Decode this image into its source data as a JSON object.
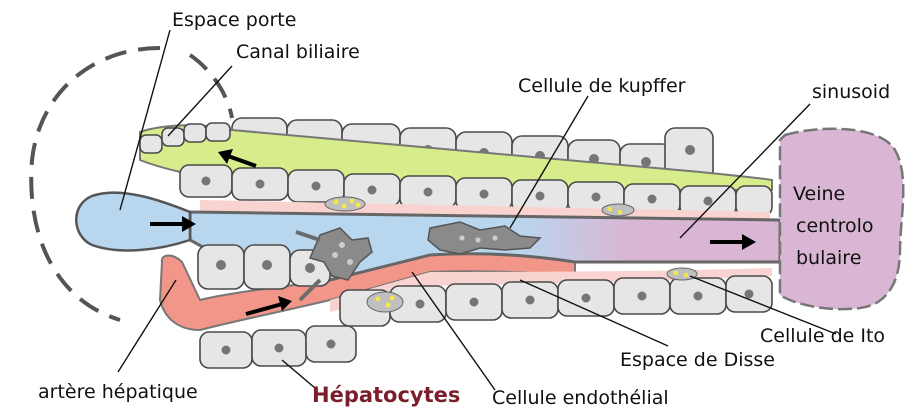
{
  "labels": {
    "espace_porte": "Espace porte",
    "canal_biliaire": "Canal biliaire",
    "cellule_kupffer": "Cellule de kupffer",
    "sinusoid": "sinusoid",
    "veine_line1": "Veine",
    "veine_line2": "centrolo",
    "veine_line3": "bulaire",
    "cellule_ito": "Cellule de Ito",
    "espace_disse": "Espace de Disse",
    "artere_hepatique": "artère hépatique",
    "hepatocytes": "Hépatocytes",
    "cellule_endothelial": "Cellule endothélial"
  },
  "colors": {
    "portal_blue": "#b9d6ef",
    "bile_green": "#d7ec8a",
    "artery_red": "#f3968a",
    "disse_pink": "#f9d3cf",
    "vein_purple": "#d9b6d3",
    "hepatocyte_grey": "#e6e6e6",
    "hepatocytes_title": "#7a1f2a"
  }
}
